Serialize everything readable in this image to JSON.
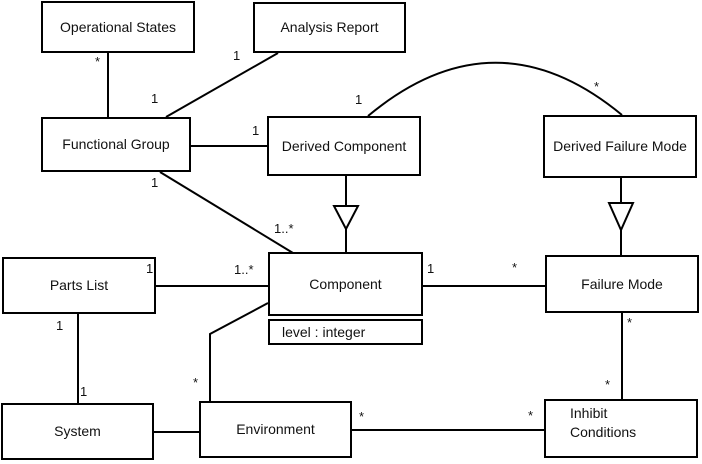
{
  "diagram": {
    "type": "uml-class-diagram",
    "nodes": {
      "operational_states": {
        "label": "Operational States"
      },
      "analysis_report": {
        "label": "Analysis Report"
      },
      "functional_group": {
        "label": "Functional Group"
      },
      "derived_component": {
        "label": "Derived Component"
      },
      "derived_failure_mode": {
        "label": "Derived Failure Mode"
      },
      "parts_list": {
        "label": "Parts List"
      },
      "component": {
        "label": "Component",
        "attribute": "level : integer"
      },
      "failure_mode": {
        "label": "Failure Mode"
      },
      "system": {
        "label": "System"
      },
      "environment": {
        "label": "Environment"
      },
      "inhibit_conditions": {
        "label": "Inhibit Conditions"
      }
    },
    "associations": [
      {
        "from": "Operational States",
        "to": "Functional Group",
        "type": "association",
        "from_label": "*"
      },
      {
        "from": "Analysis Report",
        "to": "Functional Group",
        "type": "association",
        "from_label": "1",
        "to_label": "1"
      },
      {
        "from": "Functional Group",
        "to": "Derived Component",
        "type": "association",
        "to_label": "1"
      },
      {
        "from": "Functional Group",
        "to": "Component",
        "type": "association",
        "from_label": "1",
        "to_label": "1..*"
      },
      {
        "from": "Derived Component",
        "to": "Derived Failure Mode",
        "type": "association",
        "from_label": "1",
        "to_label": "*"
      },
      {
        "from": "Derived Component",
        "to": "Component",
        "type": "generalization"
      },
      {
        "from": "Derived Failure Mode",
        "to": "Failure Mode",
        "type": "generalization"
      },
      {
        "from": "Parts List",
        "to": "Component",
        "type": "association",
        "from_label": "1",
        "to_label": "1..*"
      },
      {
        "from": "Component",
        "to": "Failure Mode",
        "type": "association",
        "from_label": "1",
        "to_label": "*"
      },
      {
        "from": "Parts List",
        "to": "System",
        "type": "association",
        "from_label": "1",
        "to_label": "1"
      },
      {
        "from": "System",
        "to": "Environment",
        "type": "association"
      },
      {
        "from": "Environment",
        "to": "Component",
        "type": "association",
        "from_label": "*"
      },
      {
        "from": "Environment",
        "to": "Inhibit Conditions",
        "type": "association",
        "from_label": "*",
        "to_label": "*"
      },
      {
        "from": "Failure Mode",
        "to": "Inhibit Conditions",
        "type": "association",
        "from_label": "*",
        "to_label": "*"
      }
    ],
    "colors": {
      "line": "#000000",
      "box_fill": "#ffffff",
      "text": "#111111"
    }
  }
}
